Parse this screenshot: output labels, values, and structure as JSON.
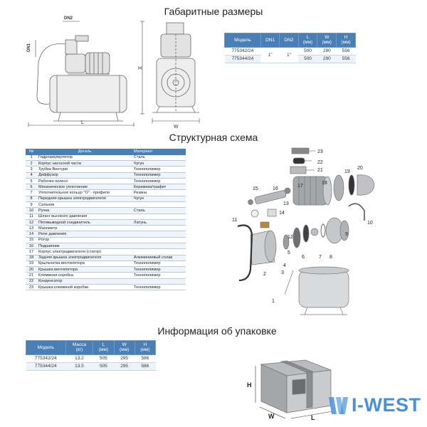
{
  "titles": {
    "dimensions": "Габаритные размеры",
    "structure": "Структурная схема",
    "packaging": "Информация об упаковке"
  },
  "drawing_labels": {
    "dn2": "DN2",
    "dn1": "DN1",
    "h": "H",
    "l": "L",
    "w": "W"
  },
  "dimensions_table": {
    "headers": [
      "Модель",
      "DN1",
      "DN2",
      "L",
      "(мм)",
      "W",
      "(мм)",
      "H",
      "(мм)"
    ],
    "rows": [
      [
        "775342/24",
        "1\"",
        "1\"",
        "500",
        "290",
        "556"
      ],
      [
        "775344/24",
        "1\"",
        "1\"",
        "500",
        "290",
        "556"
      ]
    ]
  },
  "parts_table": {
    "headers": [
      "№",
      "Деталь",
      "Материал"
    ],
    "rows": [
      [
        "1",
        "Гидроаккумулятор",
        "Сталь"
      ],
      [
        "2",
        "Корпус насосной части",
        "Чугун"
      ],
      [
        "3",
        "Трубка Вентури",
        "Технополимер"
      ],
      [
        "4",
        "Диффузор",
        "Технополимер"
      ],
      [
        "5",
        "Рабочее колесо",
        "Технополимер"
      ],
      [
        "6",
        "Механическое уплотнение",
        "Керамика/графит"
      ],
      [
        "7",
        "Уплотнительное кольцо \"О\" - профиля",
        "Резина"
      ],
      [
        "8",
        "Передняя крышка электродвигателя",
        "Чугун"
      ],
      [
        "9",
        "Сальник",
        ""
      ],
      [
        "10",
        "Ручка",
        "Сталь"
      ],
      [
        "11",
        "Шланг высокого давления",
        ""
      ],
      [
        "12",
        "Пятивыводной соединитель",
        "Латунь"
      ],
      [
        "13",
        "Манометр",
        ""
      ],
      [
        "14",
        "Реле давления",
        ""
      ],
      [
        "15",
        "Ротор",
        ""
      ],
      [
        "16",
        "Подшипник",
        ""
      ],
      [
        "17",
        "Корпус электродвигателя (статор)",
        ""
      ],
      [
        "18",
        "Задняя крышка электродвигателя",
        "Алюминиевый сплав"
      ],
      [
        "19",
        "Крыльчатка вентилятора",
        "Технополимер"
      ],
      [
        "20",
        "Крышка вентилятора",
        "Технополимер"
      ],
      [
        "21",
        "Клеммная коробка",
        "Технополимер"
      ],
      [
        "22",
        "Конденсатор",
        ""
      ],
      [
        "23",
        "Крышка клеммной коробки",
        "Технополимер"
      ]
    ]
  },
  "callouts": [
    "23",
    "22",
    "21",
    "20",
    "19",
    "18",
    "17",
    "16",
    "15",
    "14",
    "13",
    "12",
    "11",
    "10",
    "9",
    "8",
    "7",
    "6",
    "5",
    "4",
    "3",
    "2",
    "1"
  ],
  "packaging_table": {
    "headers": [
      "Модель",
      "Масса",
      "(кг)",
      "L",
      "(мм)",
      "W",
      "(мм)",
      "H",
      "(мм)"
    ],
    "rows": [
      [
        "775342/24",
        "13.2",
        "505",
        "295",
        "586"
      ],
      [
        "775344/24",
        "13.5",
        "505",
        "295",
        "586"
      ]
    ]
  },
  "box_labels": {
    "h": "H",
    "l": "L",
    "w": "W"
  },
  "brand": {
    "name": "I-WEST",
    "color": "#4a90d9"
  }
}
